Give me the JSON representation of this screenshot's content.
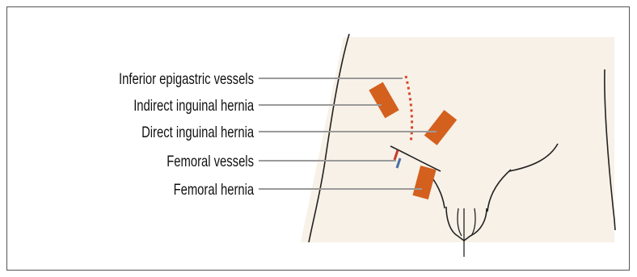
{
  "labels": [
    {
      "text": "Inferior epigastric vessels"
    },
    {
      "text": "Indirect inguinal hernia"
    },
    {
      "text": "Direct inguinal hernia"
    },
    {
      "text": "Femoral vessels"
    },
    {
      "text": "Femoral hernia"
    }
  ],
  "colors": {
    "skin": "#f7f1e7",
    "outline": "#222222",
    "hernia": "#d4601e",
    "vessel_dots": "#d9452a",
    "leader": "#9a9a9a",
    "femoral_artery": "#c73b2b",
    "femoral_vein": "#4a6fa5"
  }
}
